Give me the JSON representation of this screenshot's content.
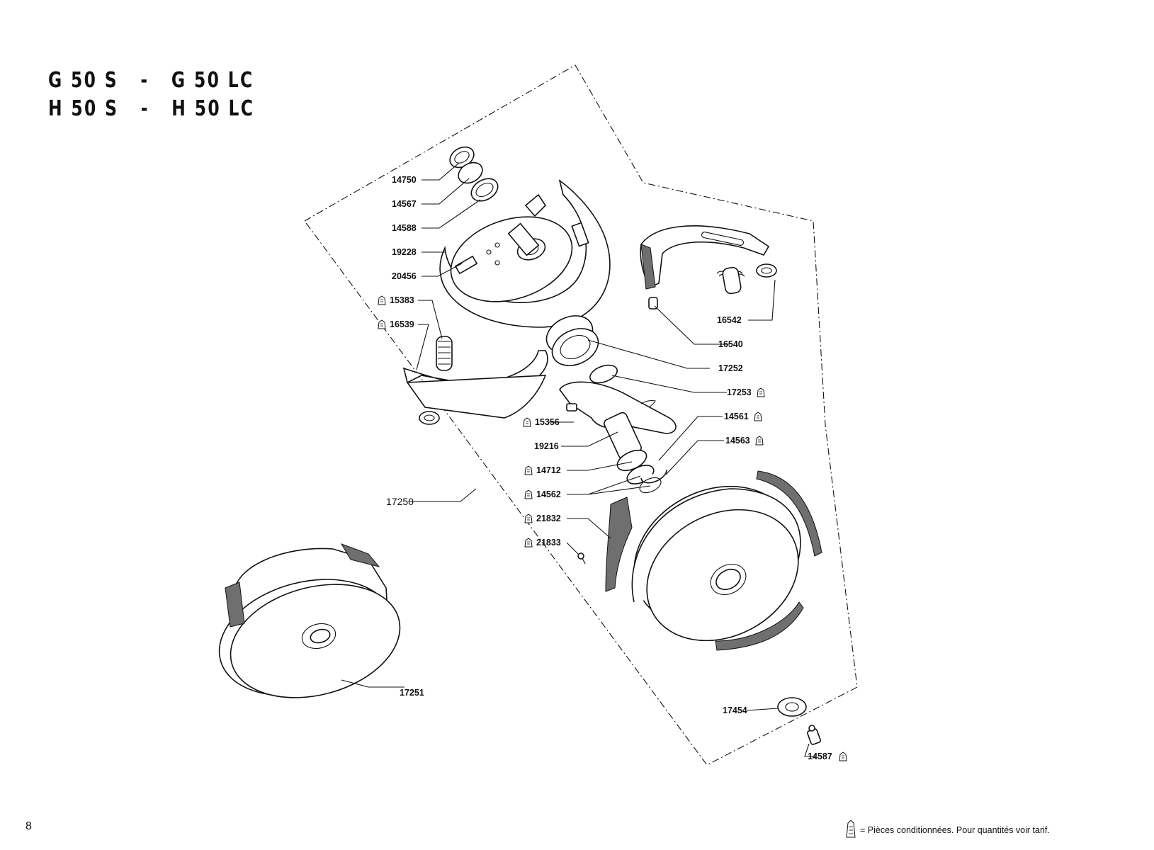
{
  "header": {
    "line1": "G 50 S   -   G 50 LC",
    "line2": "H 50 S   -   H 50 LC"
  },
  "labels": {
    "p14750": "14750",
    "p14567": "14567",
    "p14588": "14588",
    "p19228": "19228",
    "p20456": "20456",
    "p15383": "15383",
    "p16539": "16539",
    "p16542": "16542",
    "p16540": "16540",
    "p17252": "17252",
    "p17253": "17253",
    "p14561": "14561",
    "p14563": "14563",
    "p15356": "15356",
    "p19216": "19216",
    "p14712": "14712",
    "p14562": "14562",
    "p17250": "17250",
    "p21832": "21832",
    "p21833": "21833",
    "p17251": "17251",
    "p17454": "17454",
    "p14587": "14587"
  },
  "footer": {
    "page_number": "8",
    "note": "= Pièces conditionnées. Pour quantités voir tarif."
  },
  "icons": {
    "packaged_part": "bag-icon"
  }
}
